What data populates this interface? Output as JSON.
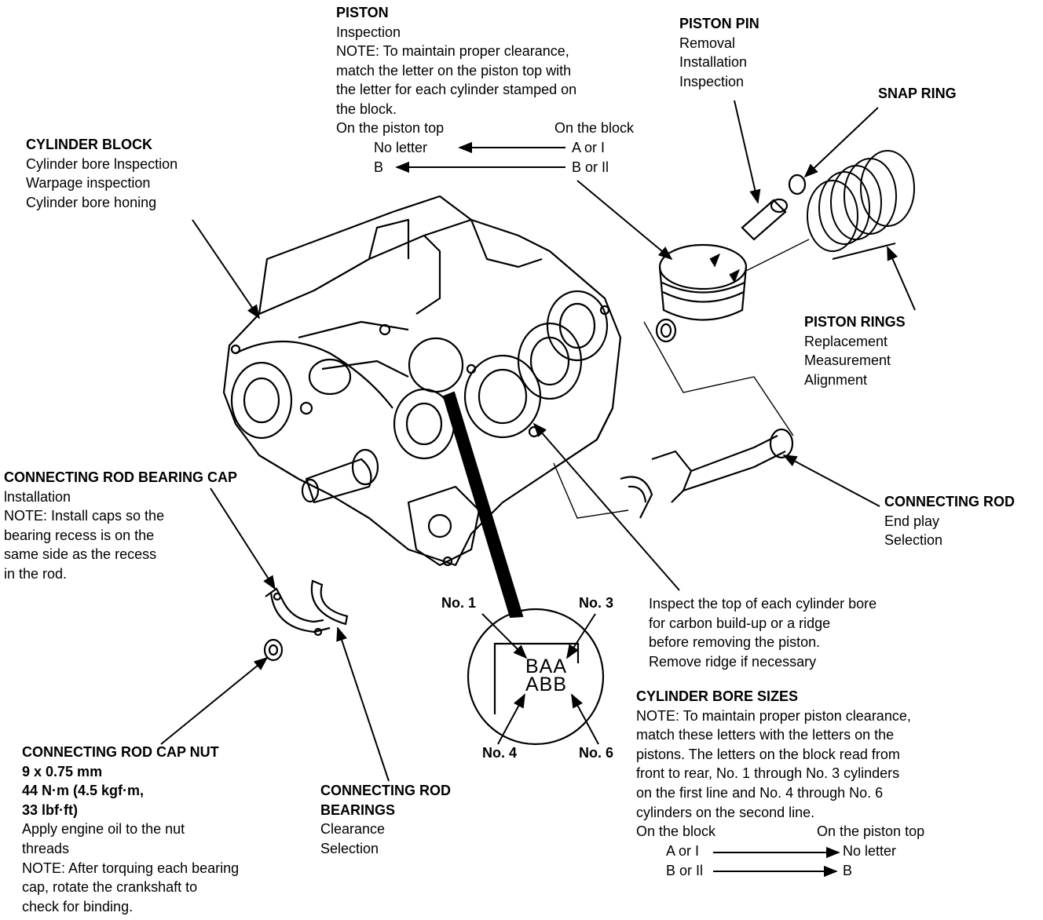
{
  "piston": {
    "title": "PISTON",
    "lines": [
      "Inspection",
      "NOTE:  To maintain proper clearance,",
      "match the letter on the piston top with",
      "the letter for each cylinder stamped on",
      "the block."
    ],
    "table": {
      "left_header": "On the piston top",
      "right_header": "On the block",
      "rows": [
        {
          "left": "No letter",
          "right": "A or I"
        },
        {
          "left": "B",
          "right": "B or Il"
        }
      ]
    }
  },
  "piston_pin": {
    "title": "PISTON PIN",
    "lines": [
      "Removal",
      "Installation",
      "Inspection"
    ]
  },
  "snap_ring": {
    "title": "SNAP RING"
  },
  "cylinder_block": {
    "title": "CYLINDER BLOCK",
    "lines": [
      "Cylinder bore lnspection",
      "Warpage inspection",
      "Cylinder bore honing"
    ]
  },
  "piston_rings": {
    "title": "PISTON RINGS",
    "lines": [
      "Replacement",
      "Measurement",
      "Alignment"
    ]
  },
  "connecting_rod": {
    "title": "CONNECTING ROD",
    "lines": [
      "End play",
      "Selection"
    ]
  },
  "rod_bearing_cap": {
    "title": "CONNECTING ROD BEARING CAP",
    "lines": [
      "lnstallation",
      "NOTE:  Install caps so the",
      "bearing recess is on the",
      "same side as the recess",
      "in the rod."
    ]
  },
  "ridge_note": {
    "lines": [
      "Inspect the top of each cylinder bore",
      "for carbon build-up or a ridge",
      "before removing the piston.",
      "Remove ridge if necessary"
    ]
  },
  "bore_sizes": {
    "title": "CYLINDER BORE SIZES",
    "lines": [
      "NOTE:  To maintain proper piston clearance,",
      "match these letters with the letters on the",
      "pistons. The letters on the block read from",
      "front to rear, No. 1 through No. 3 cylinders",
      "on the first line and No. 4 through No. 6",
      "cylinders on the second line."
    ],
    "table": {
      "left_header": "On the block",
      "right_header": "On the piston top",
      "rows": [
        {
          "left": "A or I",
          "right": "No letter"
        },
        {
          "left": "B or Il",
          "right": "B"
        }
      ]
    }
  },
  "cap_nut": {
    "title": "CONNECTING ROD CAP NUT",
    "spec_lines": [
      "9 x 0.75 mm",
      "44 N·m (4.5 kgf·m,",
      "33 lbf·ft)"
    ],
    "lines": [
      "Apply engine oil to the nut",
      "threads",
      "NOTE:  After torquing each bearing",
      "cap, rotate the crankshaft to",
      "check for binding."
    ]
  },
  "rod_bearings": {
    "title_lines": [
      "CONNECTING ROD",
      "BEARINGS"
    ],
    "lines": [
      "Clearance",
      "Selection"
    ]
  },
  "detail": {
    "no1": "No. 1",
    "no3": "No. 3",
    "no4": "No. 4",
    "no6": "No. 6",
    "stamp_line1": "BAA",
    "stamp_line2": "ABB"
  }
}
